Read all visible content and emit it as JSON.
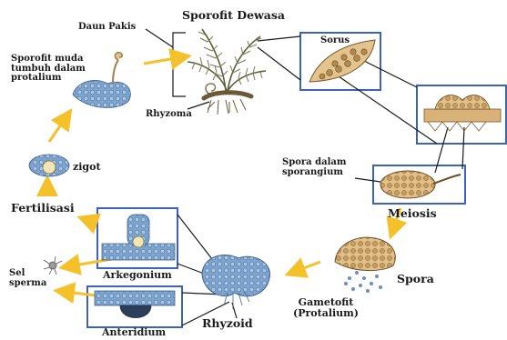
{
  "labels": {
    "daun_pakis": "Daun Pakis",
    "sporofit_dewasa": "Sporofit Dewasa",
    "sorus": "Sorus",
    "sporofit_muda": "Sporofit muda\ntumbuh dalam\nprotalium",
    "rhyzoma": "Rhyzoma",
    "spora_dalam_sporangium": "Spora dalam\nsporangium",
    "zigot": "zigot",
    "meiosis": "Meiosis",
    "fertilisasi": "Fertilisasi",
    "arkegonium": "Arkegonium",
    "sel_sperma": "Sel\nsperma",
    "spora": "Spora",
    "gametofit": "Gametofit\n(Protalium)",
    "anteridium": "Anteridium",
    "rhyzoid": "Rhyzoid"
  },
  "colors": {
    "arrow": "#f5c12a",
    "frame": "#3d63b8",
    "ink": "#1a1a1a",
    "blue_tissue": "#7ea5cf",
    "tan_tissue": "#d9b27a",
    "fern_green": "#7a7a55"
  }
}
